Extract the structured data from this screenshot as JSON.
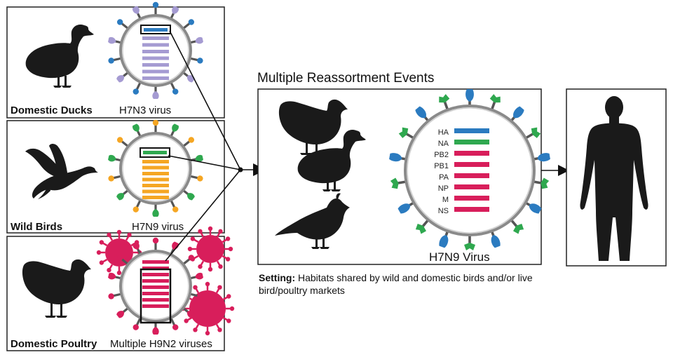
{
  "sources": [
    {
      "label": "Domestic Ducks",
      "virus": "H7N3 virus"
    },
    {
      "label": "Wild Birds",
      "virus": "H7N9 virus"
    },
    {
      "label": "Domestic Poultry",
      "virus": "Multiple H9N2 viruses"
    }
  ],
  "reassortment": {
    "title": "Multiple Reassortment Events",
    "virus_label": "H7N9 Virus",
    "genes": [
      "HA",
      "NA",
      "PB2",
      "PB1",
      "PA",
      "NP",
      "M",
      "NS"
    ],
    "gene_colors": [
      "#2b7bc0",
      "#2fa84f",
      "#d81e5b",
      "#d81e5b",
      "#d81e5b",
      "#d81e5b",
      "#d81e5b",
      "#d81e5b"
    ]
  },
  "setting": {
    "label": "Setting:",
    "text": " Habitats shared by wild and domestic birds and/or live bird/poultry markets"
  },
  "colors": {
    "blue": "#2b7bc0",
    "green": "#2fa84f",
    "orange": "#f5a623",
    "lavender": "#a59bd2",
    "magenta": "#d81e5b",
    "silhouette": "#1a1a1a"
  },
  "icons": {
    "duck": "duck-silhouette-icon",
    "wild_bird": "flying-bird-silhouette-icon",
    "chicken": "chicken-silhouette-icon",
    "quail": "quail-silhouette-icon",
    "human": "human-silhouette-icon"
  }
}
